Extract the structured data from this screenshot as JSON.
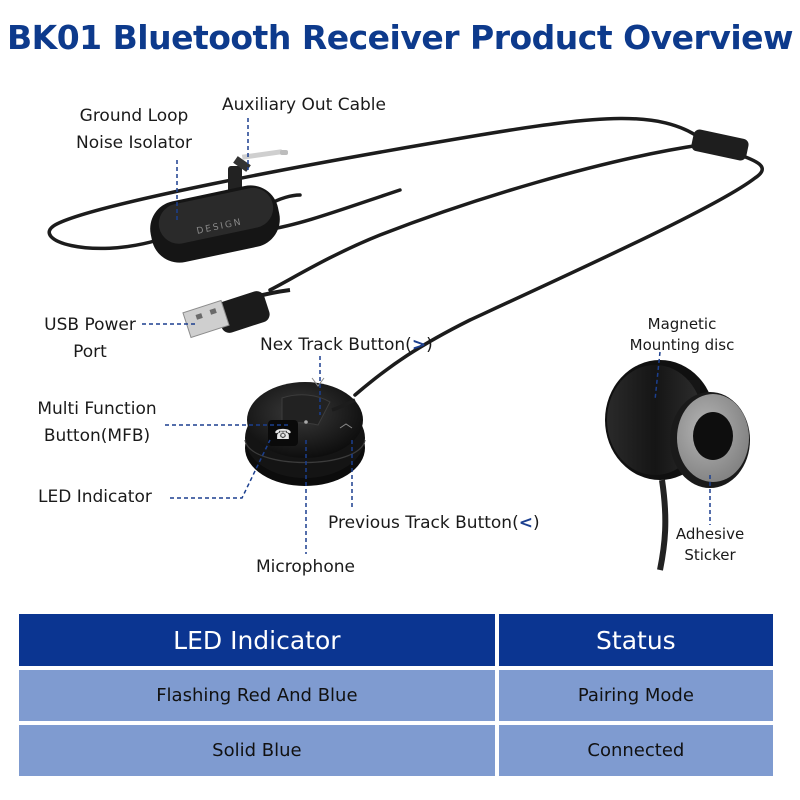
{
  "title": "BK01 Bluetooth Receiver Product Overview",
  "colors": {
    "title": "#0d3a8c",
    "header_bg": "#0b3591",
    "row_bg": "#7f9bd0",
    "dashed": "#1b3f8f",
    "cable": "#1c1c1c"
  },
  "labels": {
    "ground_loop": "Ground Loop\nNoise Isolator",
    "aux_out": "Auxiliary Out Cable",
    "usb_power": "USB Power\nPort",
    "next_track": "Nex Track Button(",
    "next_symbol": ">",
    "next_close": ")",
    "mfb": "Multi Function\nButton(MFB)",
    "led": "LED Indicator",
    "previous_track": "Previous Track Button(",
    "previous_symbol": "<",
    "previous_close": ")",
    "microphone": "Microphone",
    "magnetic_disc": "Magnetic\nMounting disc",
    "adhesive": "Adhesive\nSticker",
    "isolator_brand": "DESIGN"
  },
  "table": {
    "headers": [
      "LED Indicator",
      "Status"
    ],
    "rows": [
      [
        "Flashing Red And Blue",
        "Pairing Mode"
      ],
      [
        "Solid Blue",
        "Connected"
      ]
    ]
  }
}
